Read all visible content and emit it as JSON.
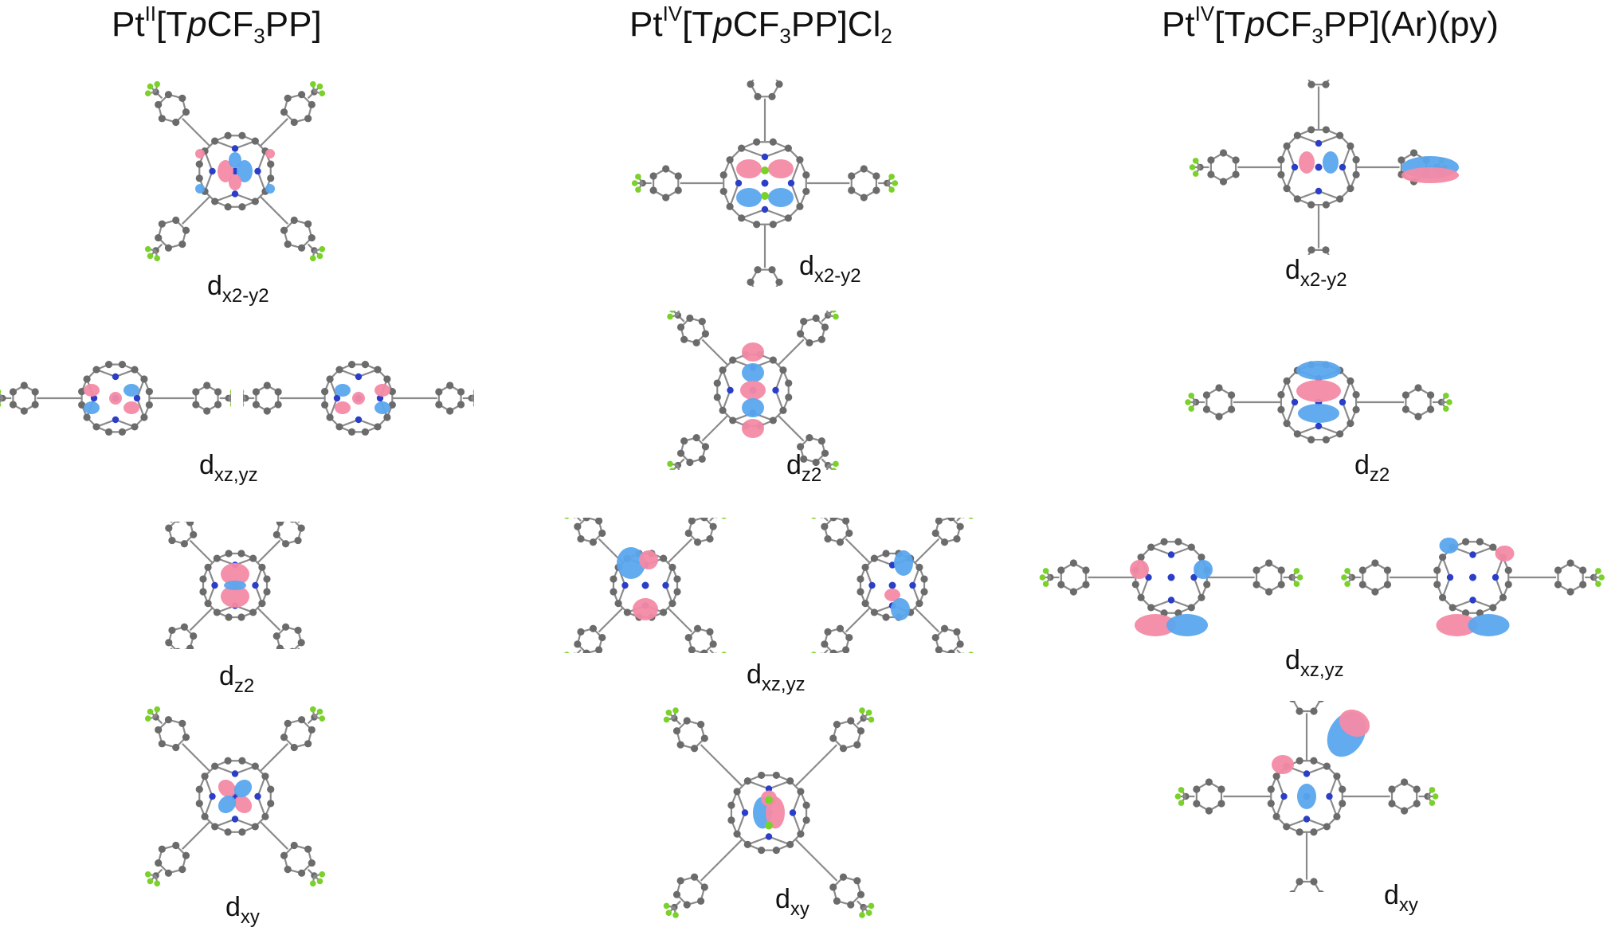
{
  "colors": {
    "lobe_positive": "#f48aa6",
    "lobe_negative": "#5aa6ee",
    "carbon": "#6b6b6b",
    "bond": "#8a8a8a",
    "nitrogen": "#2b3ec8",
    "fluorine": "#7ad12a",
    "chlorine": "#7ad12a"
  },
  "columns": [
    {
      "title": {
        "pre": "Pt",
        "ox": "II",
        "mid1": "[T",
        "ital": "p",
        "mid2": "CF",
        "sub1": "3",
        "post": "PP]",
        "tail": "",
        "sub2": "",
        "tail2": ""
      },
      "panels": [
        {
          "label_main": "d",
          "label_sub": "x2-y2"
        },
        {
          "label_main": "d",
          "label_sub": "xz,yz"
        },
        {
          "label_main": "d",
          "label_sub": "z2"
        },
        {
          "label_main": "d",
          "label_sub": "xy"
        }
      ]
    },
    {
      "title": {
        "pre": "Pt",
        "ox": "IV",
        "mid1": "[T",
        "ital": "p",
        "mid2": "CF",
        "sub1": "3",
        "post": "PP]",
        "tail": "Cl",
        "sub2": "2",
        "tail2": ""
      },
      "panels": [
        {
          "label_main": "d",
          "label_sub": "x2-y2"
        },
        {
          "label_main": "d",
          "label_sub": "z2"
        },
        {
          "label_main": "d",
          "label_sub": "xz,yz"
        },
        {
          "label_main": "d",
          "label_sub": "xy"
        }
      ]
    },
    {
      "title": {
        "pre": "Pt",
        "ox": "IV",
        "mid1": "[T",
        "ital": "p",
        "mid2": "CF",
        "sub1": "3",
        "post": "PP]",
        "tail": "(Ar)(py)",
        "sub2": "",
        "tail2": ""
      },
      "panels": [
        {
          "label_main": "d",
          "label_sub": "x2-y2"
        },
        {
          "label_main": "d",
          "label_sub": "z2"
        },
        {
          "label_main": "d",
          "label_sub": "xz,yz"
        },
        {
          "label_main": "d",
          "label_sub": "xy"
        }
      ]
    }
  ]
}
